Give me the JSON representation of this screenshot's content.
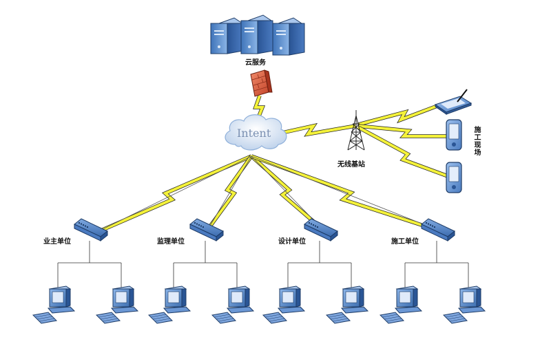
{
  "cloud_service_label": "云服务",
  "internet_label": "Intent",
  "base_station_label": "无线基站",
  "construction_site_label": "施工现场",
  "units": [
    {
      "label": "业主单位"
    },
    {
      "label": "监理单位"
    },
    {
      "label": "设计单位"
    },
    {
      "label": "施工单位"
    }
  ],
  "colors": {
    "server_blue": "#5a8fd0",
    "firewall_red": "#e06a4a",
    "lightning_yellow": "#f4f23a",
    "cloud_blue": "#c8daf0"
  }
}
